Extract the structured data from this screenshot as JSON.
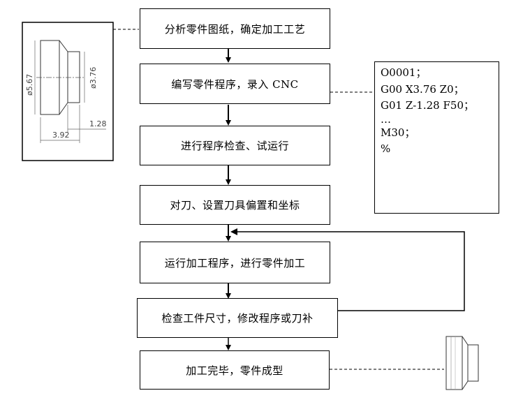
{
  "steps": [
    "分析零件图纸，确定加工工艺",
    "编写零件程序，录入 CNC",
    "进行程序检查、试运行",
    "对刀、设置刀具偏置和坐标",
    "运行加工程序，进行零件加工",
    "检查工件尺寸，修改程序或刀补",
    "加工完毕，零件成型"
  ],
  "program_lines": [
    "O0001；",
    "G00 X3.76 Z0；",
    "G01 Z-1.28 F50；",
    "…",
    "M30；",
    "%"
  ],
  "part_drawing": {
    "dim_large_diameter": "ø5.67",
    "dim_small_diameter": "ø3.76",
    "dim_step_length": "1.28",
    "dim_total_length": "3.92"
  },
  "colors": {
    "line": "#000000",
    "dashed": "#333333",
    "background": "#ffffff"
  }
}
